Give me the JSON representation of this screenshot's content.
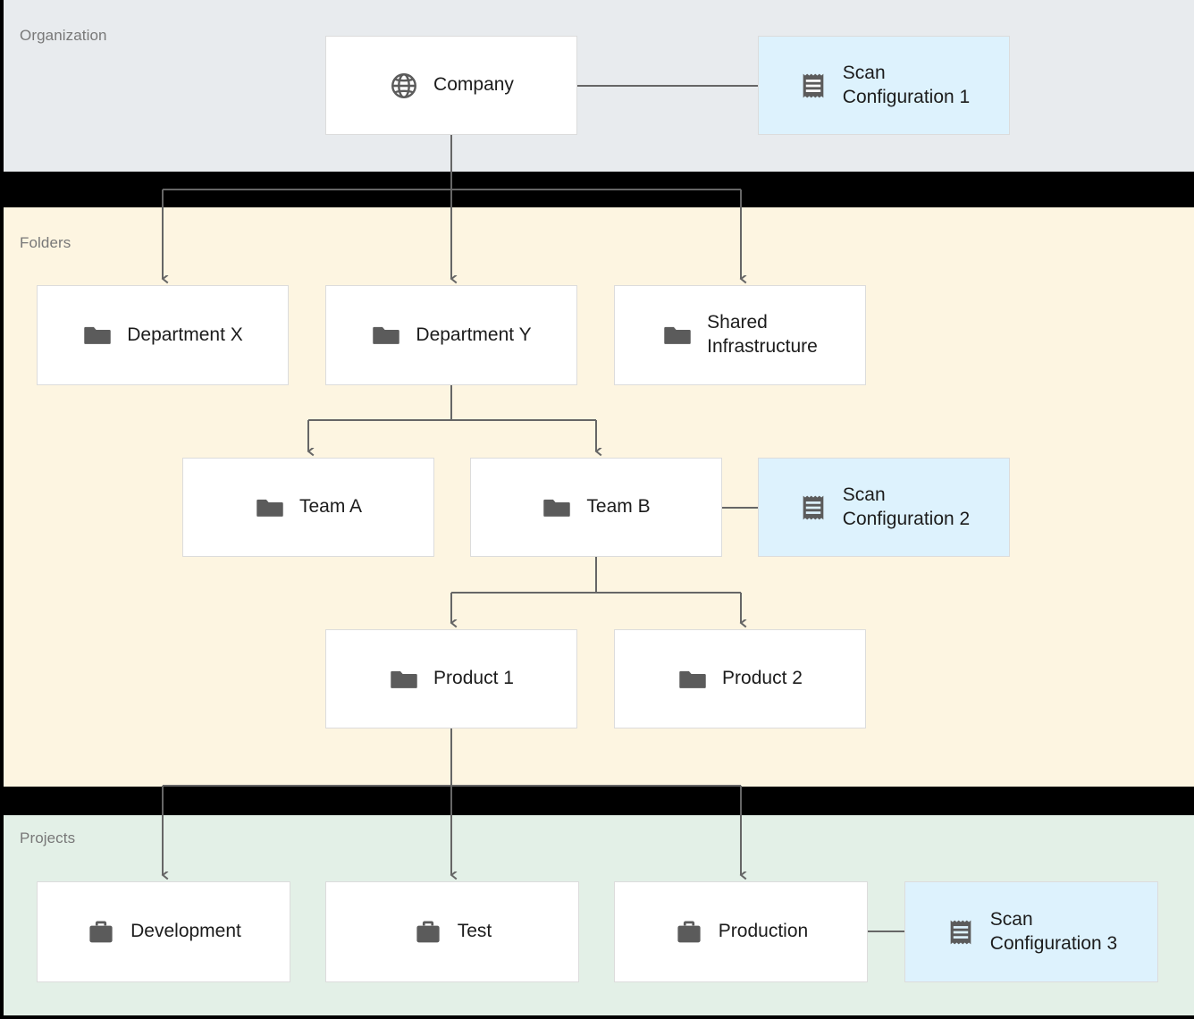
{
  "diagram": {
    "title": "Organization folder and project hierarchy with scan configurations",
    "colors": {
      "band_organization": "#e8ebee",
      "band_folders": "#fdf5e1",
      "band_projects": "#e3f0e7",
      "node_fill": "#ffffff",
      "node_border": "#dcdcdc",
      "scan_fill": "#ddf2fd",
      "connector": "#666666",
      "label_text": "#787878",
      "node_text": "#1c1c1c",
      "icon": "#5b5b5b",
      "separator": "#000000"
    }
  },
  "bands": [
    {
      "id": "organization",
      "label": "Organization"
    },
    {
      "id": "folders",
      "label": "Folders"
    },
    {
      "id": "projects",
      "label": "Projects"
    }
  ],
  "nodes": {
    "company": {
      "label": "Company",
      "icon": "globe-icon",
      "type": "organization"
    },
    "scan1": {
      "label": "Scan\nConfiguration 1",
      "icon": "receipt-icon",
      "type": "scan-configuration"
    },
    "department_x": {
      "label": "Department X",
      "icon": "folder-icon",
      "type": "folder"
    },
    "department_y": {
      "label": "Department Y",
      "icon": "folder-icon",
      "type": "folder"
    },
    "shared_infra": {
      "label": "Shared\nInfrastructure",
      "icon": "folder-icon",
      "type": "folder"
    },
    "team_a": {
      "label": "Team A",
      "icon": "folder-icon",
      "type": "folder"
    },
    "team_b": {
      "label": "Team B",
      "icon": "folder-icon",
      "type": "folder"
    },
    "scan2": {
      "label": "Scan\nConfiguration 2",
      "icon": "receipt-icon",
      "type": "scan-configuration"
    },
    "product_1": {
      "label": "Product 1",
      "icon": "folder-icon",
      "type": "folder"
    },
    "product_2": {
      "label": "Product 2",
      "icon": "folder-icon",
      "type": "folder"
    },
    "development": {
      "label": "Development",
      "icon": "briefcase-icon",
      "type": "project"
    },
    "test": {
      "label": "Test",
      "icon": "briefcase-icon",
      "type": "project"
    },
    "production": {
      "label": "Production",
      "icon": "briefcase-icon",
      "type": "project"
    },
    "scan3": {
      "label": "Scan\nConfiguration 3",
      "icon": "receipt-icon",
      "type": "scan-configuration"
    }
  },
  "edges": [
    {
      "from": "company",
      "to": "scan1",
      "style": "plain"
    },
    {
      "from": "company",
      "to": "department_x",
      "style": "arrow"
    },
    {
      "from": "company",
      "to": "department_y",
      "style": "arrow"
    },
    {
      "from": "company",
      "to": "shared_infra",
      "style": "arrow"
    },
    {
      "from": "department_y",
      "to": "team_a",
      "style": "arrow"
    },
    {
      "from": "department_y",
      "to": "team_b",
      "style": "arrow"
    },
    {
      "from": "team_b",
      "to": "scan2",
      "style": "plain"
    },
    {
      "from": "team_b",
      "to": "product_1",
      "style": "arrow"
    },
    {
      "from": "team_b",
      "to": "product_2",
      "style": "arrow"
    },
    {
      "from": "product_1",
      "to": "development",
      "style": "arrow"
    },
    {
      "from": "product_1",
      "to": "test",
      "style": "arrow"
    },
    {
      "from": "product_1",
      "to": "production",
      "style": "arrow"
    },
    {
      "from": "production",
      "to": "scan3",
      "style": "plain"
    }
  ]
}
